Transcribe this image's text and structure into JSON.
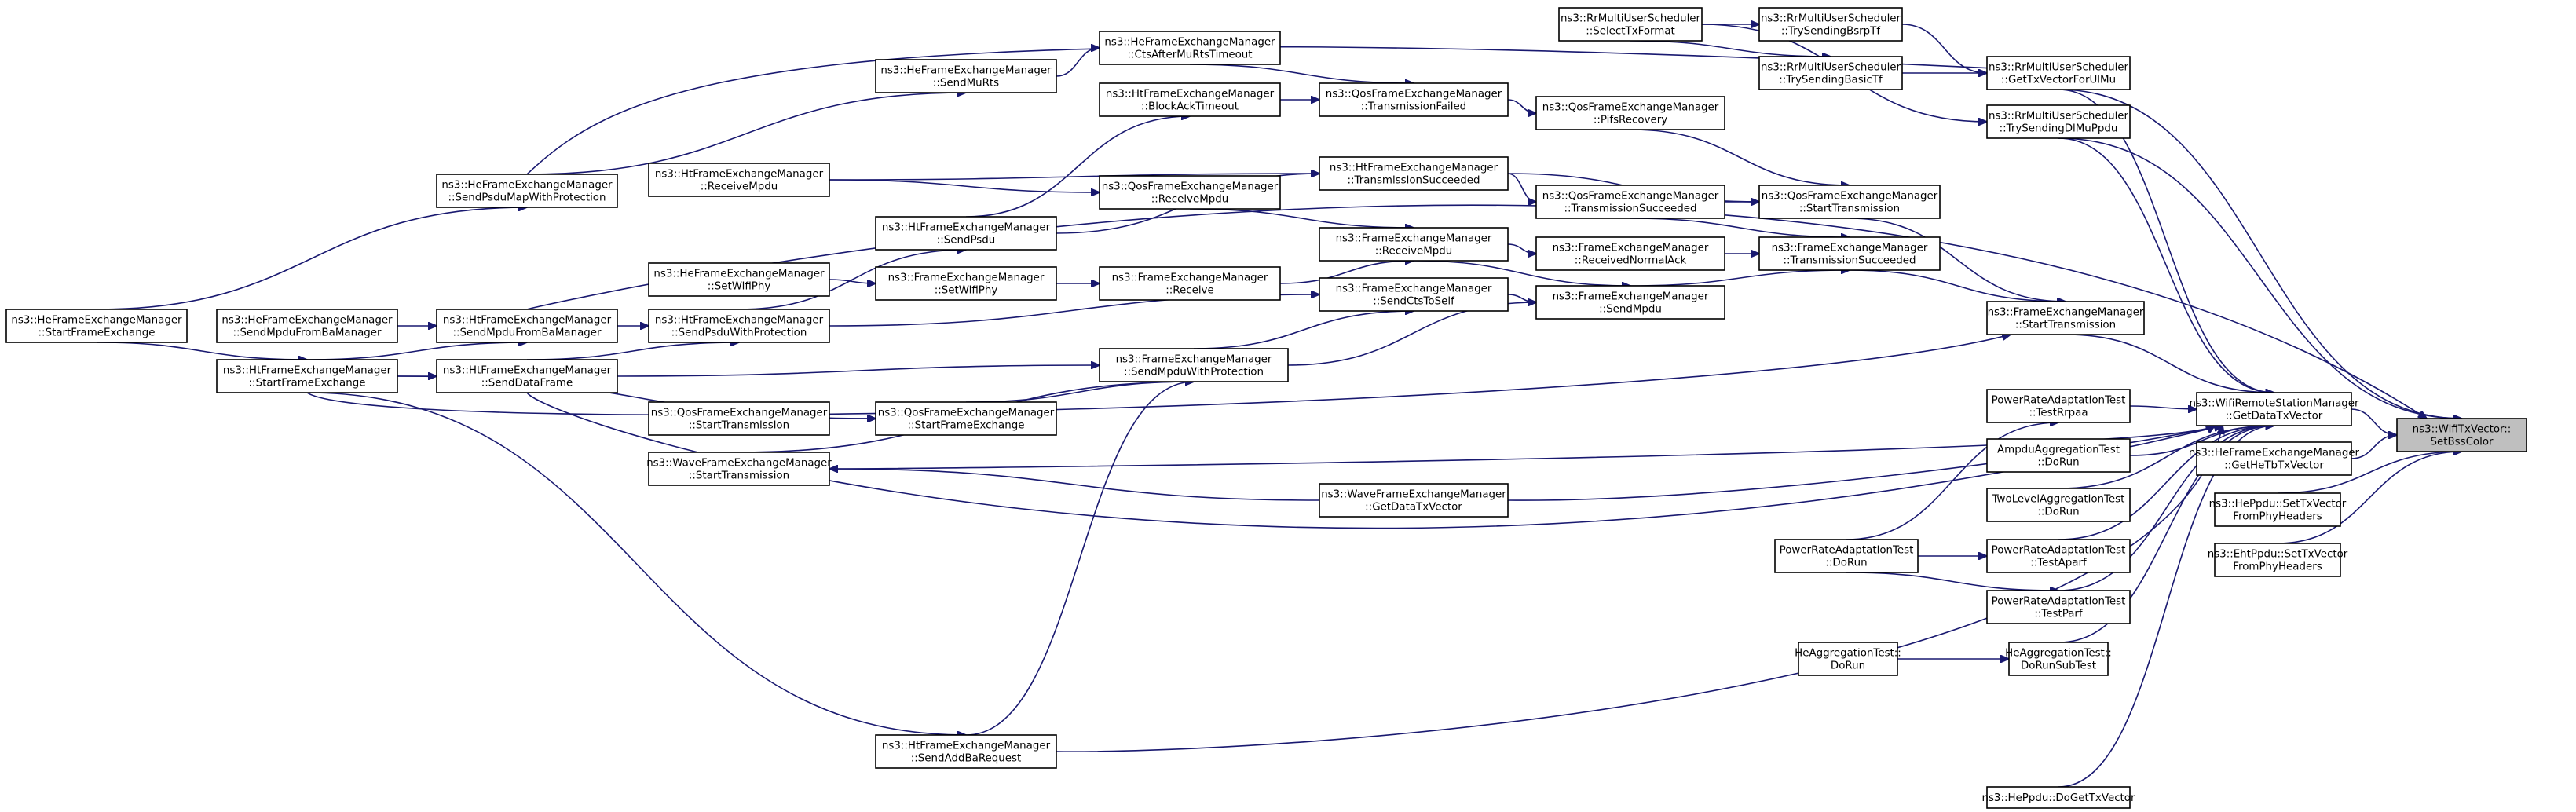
{
  "nodes": [
    {
      "id": "root",
      "lines": [
        "ns3::WifiTxVector::",
        "SetBssColor"
      ]
    },
    {
      "id": "wrsm_getdata",
      "lines": [
        "ns3::WifiRemoteStationManager",
        "::GetDataTxVector"
      ]
    },
    {
      "id": "hefem_gethetb",
      "lines": [
        "ns3::HeFrameExchangeManager",
        "::GetHeTbTxVector"
      ]
    },
    {
      "id": "heppdu_settx",
      "lines": [
        "ns3::HePpdu::SetTxVector",
        "FromPhyHeaders"
      ]
    },
    {
      "id": "ehtppdu_settx",
      "lines": [
        "ns3::EhtPpdu::SetTxVector",
        "FromPhyHeaders"
      ]
    },
    {
      "id": "rr_gettxul",
      "lines": [
        "ns3::RrMultiUserScheduler",
        "::GetTxVectorForUlMu"
      ]
    },
    {
      "id": "rr_trydl",
      "lines": [
        "ns3::RrMultiUserScheduler",
        "::TrySendingDlMuPpdu"
      ]
    },
    {
      "id": "rr_trybsrp",
      "lines": [
        "ns3::RrMultiUserScheduler",
        "::TrySendingBsrpTf"
      ]
    },
    {
      "id": "rr_trybasic",
      "lines": [
        "ns3::RrMultiUserScheduler",
        "::TrySendingBasicTf"
      ]
    },
    {
      "id": "rr_select",
      "lines": [
        "ns3::RrMultiUserScheduler",
        "::SelectTxFormat"
      ]
    },
    {
      "id": "qos_starttx",
      "lines": [
        "ns3::QosFrameExchangeManager",
        "::StartTransmission"
      ]
    },
    {
      "id": "fem_txsucc",
      "lines": [
        "ns3::FrameExchangeManager",
        "::TransmissionSucceeded"
      ]
    },
    {
      "id": "fem_starttx",
      "lines": [
        "ns3::FrameExchangeManager",
        "::StartTransmission"
      ]
    },
    {
      "id": "prat_rrpaa",
      "lines": [
        "PowerRateAdaptationTest",
        "::TestRrpaa"
      ]
    },
    {
      "id": "ampdu_dorun",
      "lines": [
        "AmpduAggregationTest",
        "::DoRun"
      ]
    },
    {
      "id": "twolevel_dorun",
      "lines": [
        "TwoLevelAggregationTest",
        "::DoRun"
      ]
    },
    {
      "id": "prat_aparf",
      "lines": [
        "PowerRateAdaptationTest",
        "::TestAparf"
      ]
    },
    {
      "id": "prat_parf",
      "lines": [
        "PowerRateAdaptationTest",
        "::TestParf"
      ]
    },
    {
      "id": "heagg_subtest",
      "lines": [
        "HeAggregationTest::",
        "DoRunSubTest"
      ]
    },
    {
      "id": "heppdu_doget",
      "lines": [
        "ns3::HePpdu::DoGetTxVector"
      ]
    },
    {
      "id": "prat_dorun",
      "lines": [
        "PowerRateAdaptationTest",
        "::DoRun"
      ]
    },
    {
      "id": "heagg_dorun",
      "lines": [
        "HeAggregationTest::",
        "DoRun"
      ]
    },
    {
      "id": "qos_pifs",
      "lines": [
        "ns3::QosFrameExchangeManager",
        "::PifsRecovery"
      ]
    },
    {
      "id": "qos_txfailed",
      "lines": [
        "ns3::QosFrameExchangeManager",
        "::TransmissionFailed"
      ]
    },
    {
      "id": "qos_txsucc",
      "lines": [
        "ns3::QosFrameExchangeManager",
        "::TransmissionSucceeded"
      ]
    },
    {
      "id": "fem_recvack",
      "lines": [
        "ns3::FrameExchangeManager",
        "::ReceivedNormalAck"
      ]
    },
    {
      "id": "fem_sendmpdu",
      "lines": [
        "ns3::FrameExchangeManager",
        "::SendMpdu"
      ]
    },
    {
      "id": "hefem_ctsafter",
      "lines": [
        "ns3::HeFrameExchangeManager",
        "::CtsAfterMuRtsTimeout"
      ]
    },
    {
      "id": "htfem_blockack",
      "lines": [
        "ns3::HtFrameExchangeManager",
        "::BlockAckTimeout"
      ]
    },
    {
      "id": "htfem_txsucc",
      "lines": [
        "ns3::HtFrameExchangeManager",
        "::TransmissionSucceeded"
      ]
    },
    {
      "id": "fem_recvmpdu",
      "lines": [
        "ns3::FrameExchangeManager",
        "::ReceiveMpdu"
      ]
    },
    {
      "id": "fem_sendcts",
      "lines": [
        "ns3::FrameExchangeManager",
        "::SendCtsToSelf"
      ]
    },
    {
      "id": "fem_sendmpduprot",
      "lines": [
        "ns3::FrameExchangeManager",
        "::SendMpduWithProtection"
      ]
    },
    {
      "id": "wave_getdata",
      "lines": [
        "ns3::WaveFrameExchangeManager",
        "::GetDataTxVector"
      ]
    },
    {
      "id": "hefem_sendmurts",
      "lines": [
        "ns3::HeFrameExchangeManager",
        "::SendMuRts"
      ]
    },
    {
      "id": "qos_recvmpdu",
      "lines": [
        "ns3::QosFrameExchangeManager",
        "::ReceiveMpdu"
      ]
    },
    {
      "id": "htfem_sendpsdu",
      "lines": [
        "ns3::HtFrameExchangeManager",
        "::SendPsdu"
      ]
    },
    {
      "id": "fem_setwifiphy",
      "lines": [
        "ns3::FrameExchangeManager",
        "::SetWifiPhy"
      ]
    },
    {
      "id": "fem_receive",
      "lines": [
        "ns3::FrameExchangeManager",
        "::Receive"
      ]
    },
    {
      "id": "qos_startfx",
      "lines": [
        "ns3::QosFrameExchangeManager",
        "::StartFrameExchange"
      ]
    },
    {
      "id": "htfem_sendaddba",
      "lines": [
        "ns3::HtFrameExchangeManager",
        "::SendAddBaRequest"
      ]
    },
    {
      "id": "htfem_recvmpdu",
      "lines": [
        "ns3::HtFrameExchangeManager",
        "::ReceiveMpdu"
      ]
    },
    {
      "id": "hefem_setwifiphy",
      "lines": [
        "ns3::HeFrameExchangeManager",
        "::SetWifiPhy"
      ]
    },
    {
      "id": "qos_starttx2",
      "lines": [
        "ns3::QosFrameExchangeManager",
        "::StartTransmission"
      ]
    },
    {
      "id": "wave_starttx",
      "lines": [
        "ns3::WaveFrameExchangeManager",
        "::StartTransmission"
      ]
    },
    {
      "id": "hefem_sendpsdumap",
      "lines": [
        "ns3::HeFrameExchangeManager",
        "::SendPsduMapWithProtection"
      ]
    },
    {
      "id": "htfem_sendmpdufromba",
      "lines": [
        "ns3::HtFrameExchangeManager",
        "::SendMpduFromBaManager"
      ]
    },
    {
      "id": "htfem_sendpsduprot",
      "lines": [
        "ns3::HtFrameExchangeManager",
        "::SendPsduWithProtection"
      ]
    },
    {
      "id": "htfem_senddata",
      "lines": [
        "ns3::HtFrameExchangeManager",
        "::SendDataFrame"
      ]
    },
    {
      "id": "hefem_sendmpdufromba",
      "lines": [
        "ns3::HeFrameExchangeManager",
        "::SendMpduFromBaManager"
      ]
    },
    {
      "id": "hefem_startfx",
      "lines": [
        "ns3::HeFrameExchangeManager",
        "::StartFrameExchange"
      ]
    },
    {
      "id": "htfem_startfx",
      "lines": [
        "ns3::HtFrameExchangeManager",
        "::StartFrameExchange"
      ]
    }
  ],
  "edges": [
    [
      "wrsm_getdata",
      "root"
    ],
    [
      "hefem_gethetb",
      "root"
    ],
    [
      "heppdu_settx",
      "root"
    ],
    [
      "ehtppdu_settx",
      "root"
    ],
    [
      "rr_gettxul",
      "root"
    ],
    [
      "rr_trydl",
      "root"
    ],
    [
      "rr_trybsrp",
      "rr_gettxul"
    ],
    [
      "rr_trybasic",
      "rr_gettxul"
    ],
    [
      "rr_select",
      "rr_trybsrp"
    ],
    [
      "rr_select",
      "rr_trybasic"
    ],
    [
      "rr_select",
      "rr_trydl"
    ],
    [
      "rr_gettxul",
      "wrsm_getdata"
    ],
    [
      "rr_trydl",
      "wrsm_getdata"
    ],
    [
      "fem_starttx",
      "wrsm_getdata"
    ],
    [
      "prat_rrpaa",
      "wrsm_getdata"
    ],
    [
      "ampdu_dorun",
      "wrsm_getdata"
    ],
    [
      "twolevel_dorun",
      "wrsm_getdata"
    ],
    [
      "prat_aparf",
      "wrsm_getdata"
    ],
    [
      "prat_parf",
      "wrsm_getdata"
    ],
    [
      "heagg_subtest",
      "wrsm_getdata"
    ],
    [
      "heppdu_doget",
      "wrsm_getdata"
    ],
    [
      "prat_dorun",
      "prat_rrpaa"
    ],
    [
      "prat_dorun",
      "prat_aparf"
    ],
    [
      "prat_dorun",
      "prat_parf"
    ],
    [
      "heagg_dorun",
      "heagg_subtest"
    ],
    [
      "qos_starttx",
      "fem_starttx"
    ],
    [
      "fem_txsucc",
      "fem_starttx"
    ],
    [
      "qos_pifs",
      "qos_starttx"
    ],
    [
      "qos_txfailed",
      "qos_pifs"
    ],
    [
      "qos_txsucc",
      "qos_starttx"
    ],
    [
      "htfem_txsucc",
      "qos_starttx"
    ],
    [
      "htfem_txsucc",
      "qos_txsucc"
    ],
    [
      "fem_recvack",
      "fem_txsucc"
    ],
    [
      "fem_sendmpdu",
      "fem_txsucc"
    ],
    [
      "qos_txsucc",
      "fem_txsucc"
    ],
    [
      "fem_recvmpdu",
      "fem_recvack"
    ],
    [
      "fem_recvmpdu",
      "fem_sendmpdu"
    ],
    [
      "fem_sendcts",
      "fem_sendmpdu"
    ],
    [
      "fem_sendmpduprot",
      "fem_sendmpdu"
    ],
    [
      "hefem_ctsafter",
      "qos_txfailed"
    ],
    [
      "htfem_blockack",
      "qos_txfailed"
    ],
    [
      "htfem_sendpsdu",
      "htfem_blockack"
    ],
    [
      "htfem_sendpsdu",
      "htfem_txsucc"
    ],
    [
      "htfem_recvmpdu",
      "htfem_txsucc"
    ],
    [
      "htfem_recvmpdu",
      "qos_recvmpdu"
    ],
    [
      "qos_recvmpdu",
      "fem_recvmpdu"
    ],
    [
      "fem_receive",
      "fem_recvmpdu"
    ],
    [
      "fem_setwifiphy",
      "fem_receive"
    ],
    [
      "hefem_setwifiphy",
      "fem_setwifiphy"
    ],
    [
      "htfem_sendpsduprot",
      "fem_sendcts"
    ],
    [
      "fem_sendmpduprot",
      "fem_sendcts"
    ],
    [
      "qos_startfx",
      "fem_sendmpduprot"
    ],
    [
      "wave_starttx",
      "fem_sendmpduprot"
    ],
    [
      "htfem_senddata",
      "fem_sendmpduprot"
    ],
    [
      "htfem_sendaddba",
      "fem_sendmpduprot"
    ],
    [
      "wave_getdata",
      "wave_starttx"
    ],
    [
      "hefem_sendmurts",
      "hefem_ctsafter"
    ],
    [
      "hefem_sendpsdumap",
      "hefem_sendmurts"
    ],
    [
      "htfem_sendpsduprot",
      "htfem_sendpsdu"
    ],
    [
      "qos_starttx2",
      "qos_startfx"
    ],
    [
      "htfem_startfx",
      "qos_startfx"
    ],
    [
      "htfem_sendmpdufromba",
      "htfem_sendpsduprot"
    ],
    [
      "htfem_senddata",
      "htfem_sendpsduprot"
    ],
    [
      "hefem_sendmpdufromba",
      "htfem_sendmpdufromba"
    ],
    [
      "htfem_startfx",
      "htfem_sendmpdufromba"
    ],
    [
      "htfem_startfx",
      "htfem_senddata"
    ],
    [
      "htfem_startfx",
      "htfem_sendaddba"
    ],
    [
      "hefem_startfx",
      "htfem_startfx"
    ],
    [
      "hefem_startfx",
      "hefem_sendpsdumap"
    ]
  ]
}
